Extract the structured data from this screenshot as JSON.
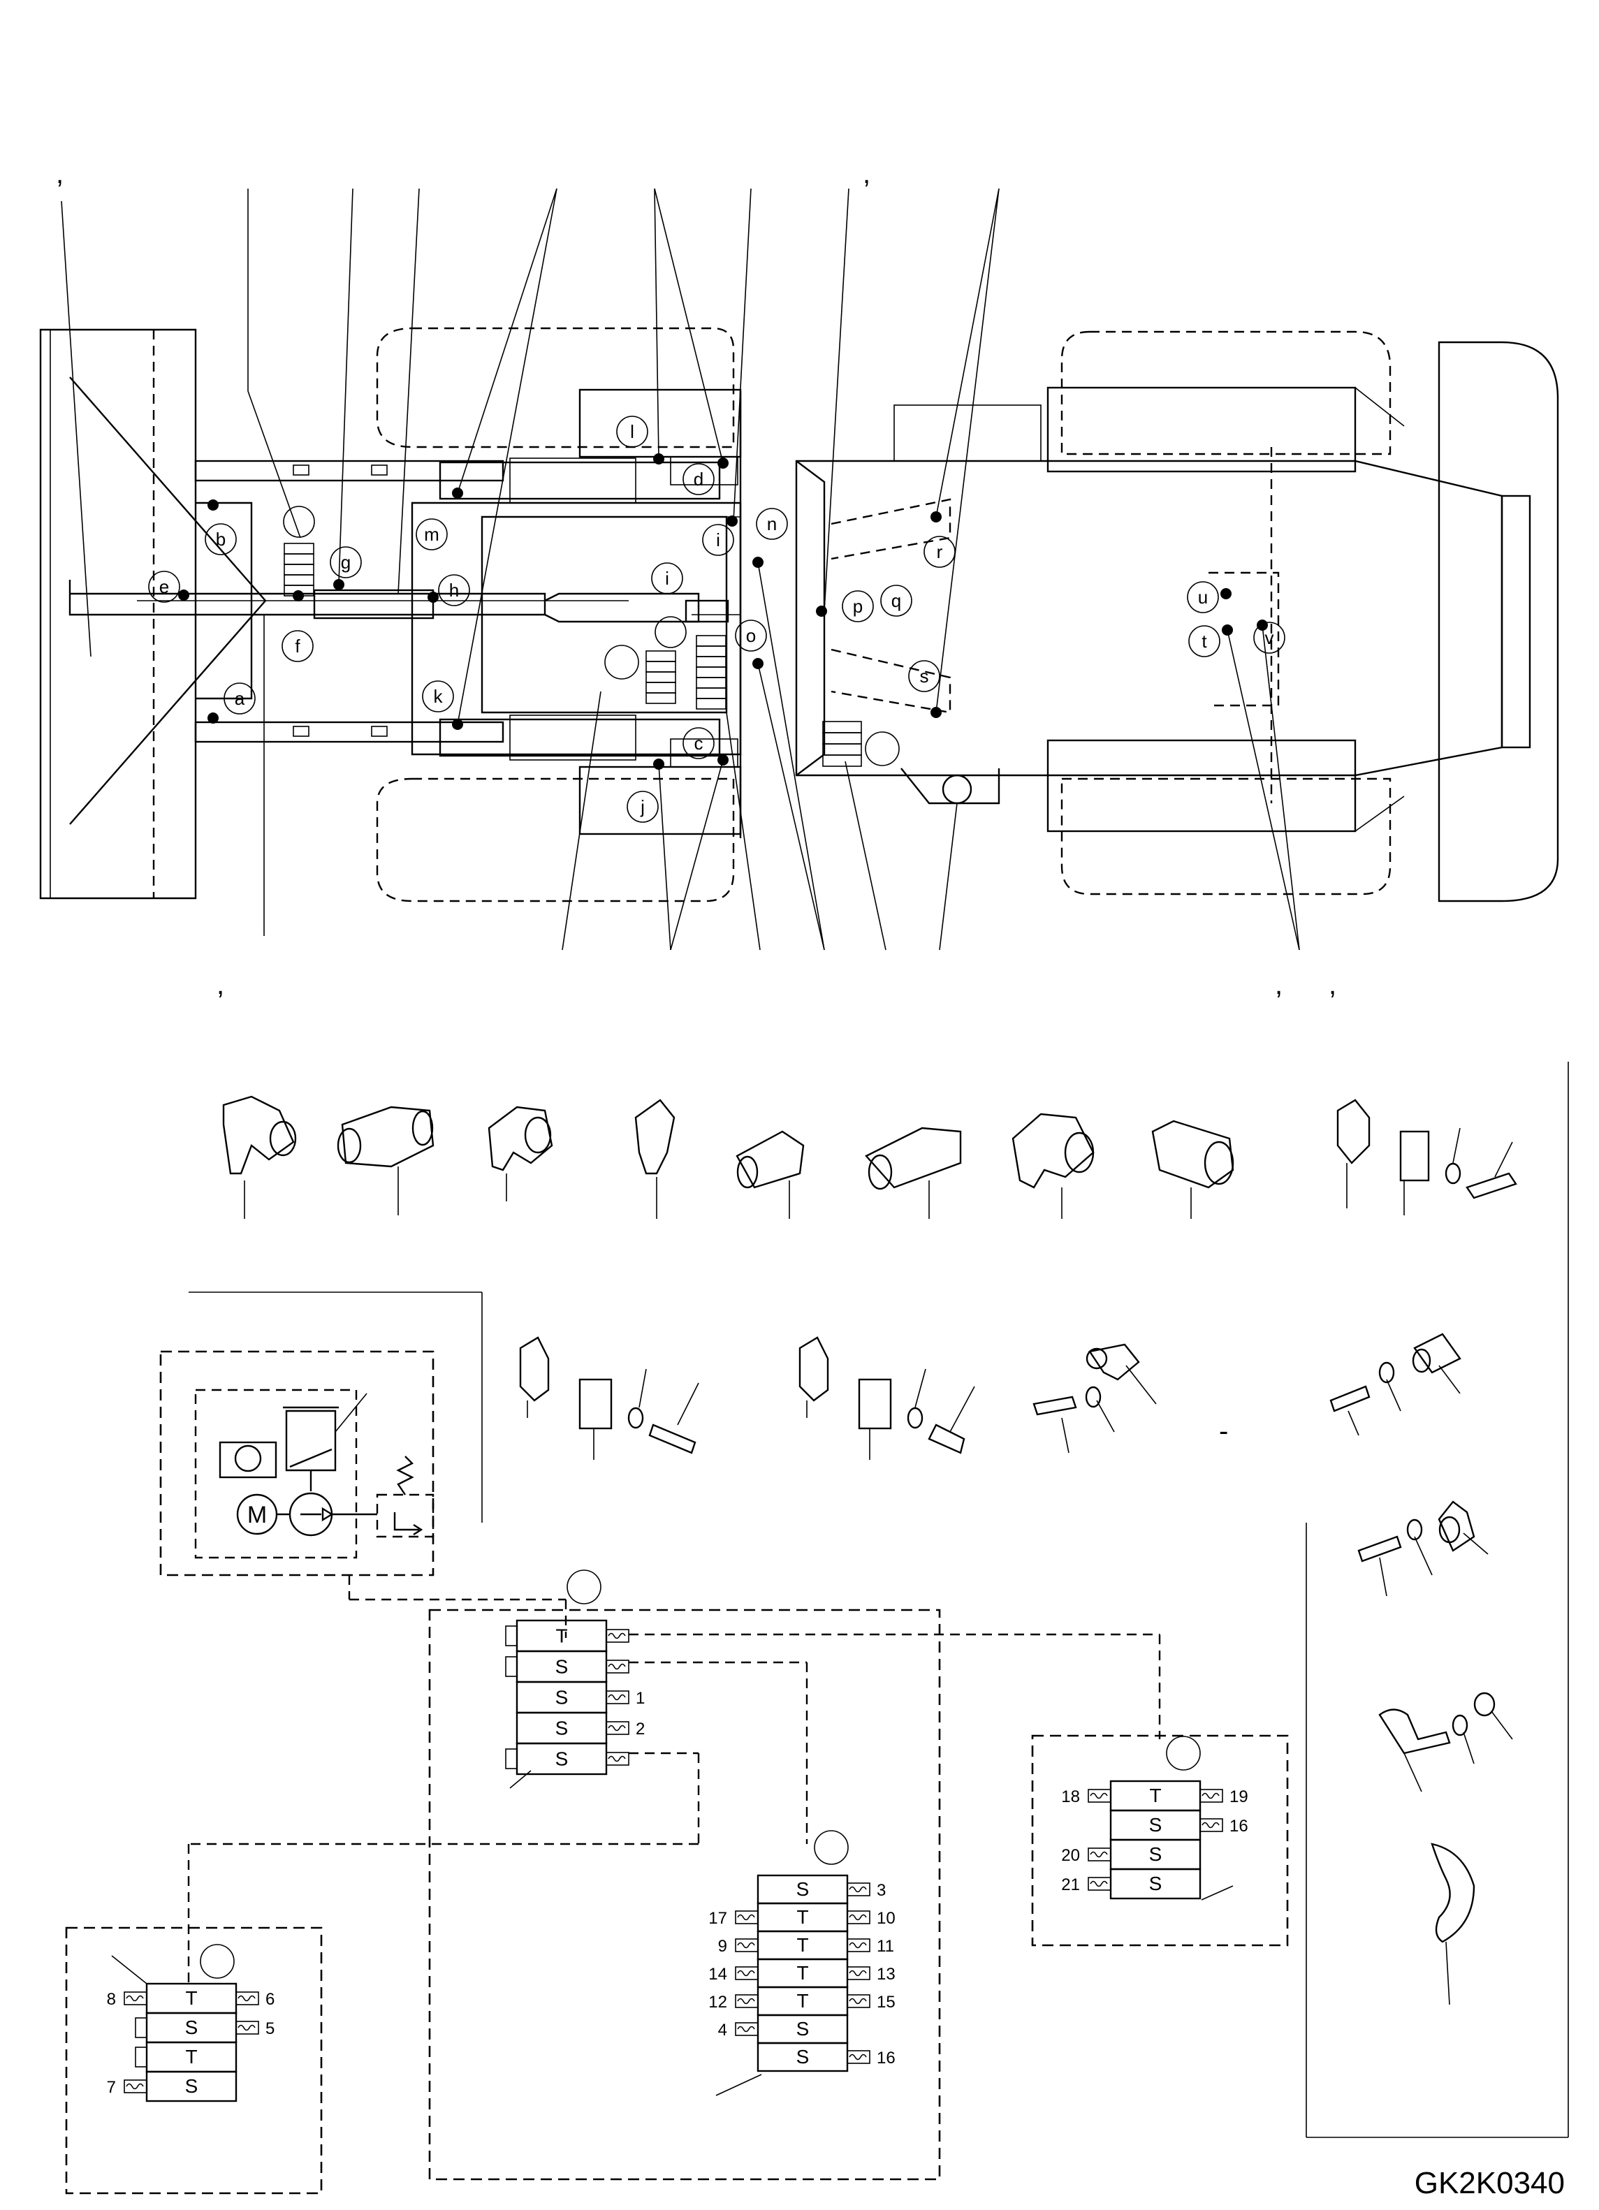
{
  "drawing_code": "GK2K0340",
  "letter_callouts": [
    "a",
    "b",
    "c",
    "d",
    "e",
    "f",
    "g",
    "h",
    "i",
    "i",
    "j",
    "k",
    "l",
    "m",
    "n",
    "o",
    "p",
    "q",
    "r",
    "s",
    "t",
    "u",
    "v"
  ],
  "block_s": "S",
  "block_t": "T",
  "motor_label": "M",
  "main_block": {
    "rows": [
      "T",
      "S",
      "S",
      "S",
      "S"
    ],
    "port_numbers": [
      "1",
      "2"
    ]
  },
  "center_block": {
    "rows": [
      "S",
      "T",
      "T",
      "T",
      "T",
      "S",
      "S"
    ],
    "left_numbers": [
      "17",
      "9",
      "14",
      "12",
      "4"
    ],
    "right_numbers": [
      "3",
      "10",
      "11",
      "13",
      "15",
      "16"
    ]
  },
  "right_block": {
    "rows": [
      "T",
      "S",
      "S",
      "S"
    ],
    "left_numbers": [
      "18",
      "20",
      "21"
    ],
    "right_numbers": [
      "19",
      "16"
    ]
  },
  "left_block": {
    "rows": [
      "T",
      "S",
      "T",
      "S"
    ],
    "left_numbers": [
      "8",
      "7"
    ],
    "right_numbers": [
      "6",
      "5"
    ]
  },
  "top_commas": [
    ",",
    ","
  ],
  "bottom_commas": [
    ",",
    ",",
    ","
  ],
  "dash_mark": "-"
}
